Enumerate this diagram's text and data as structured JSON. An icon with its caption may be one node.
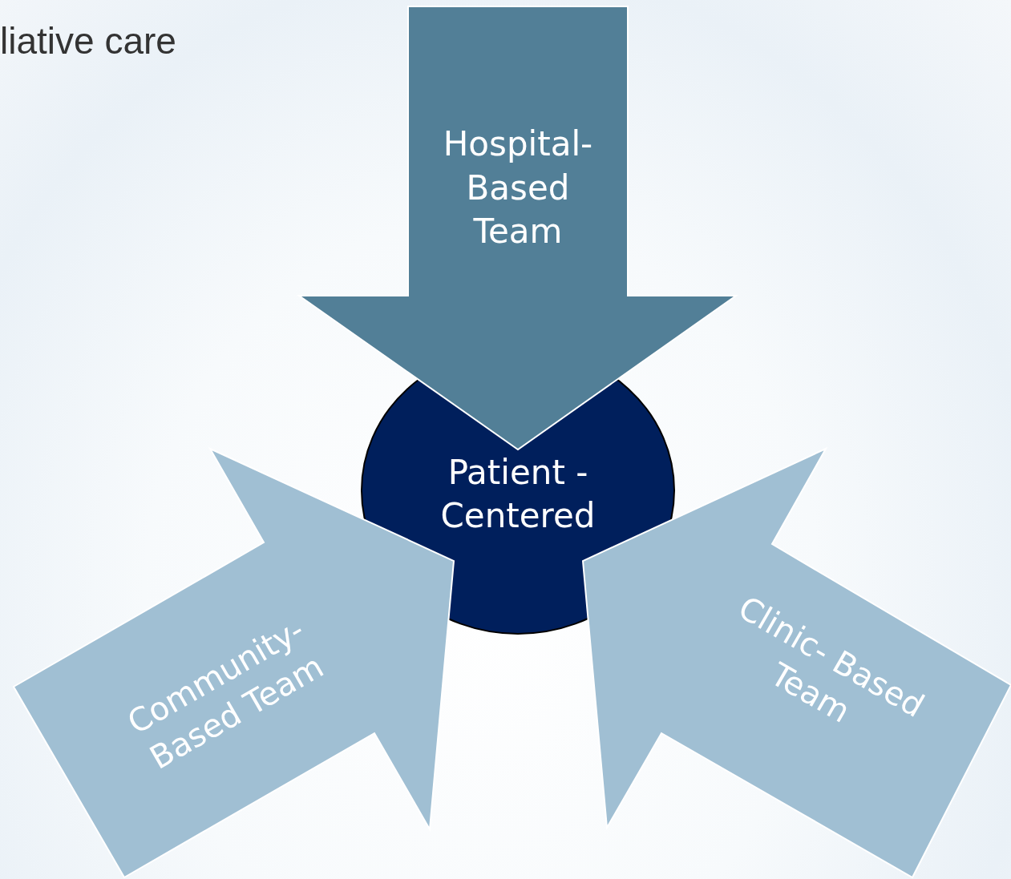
{
  "diagram": {
    "title": "liative care",
    "nodes": [
      {
        "text": [
          "Hospital-Based Team"
        ]
      },
      {
        "text": [
          "Patient - Centered"
        ]
      },
      {
        "text": [
          "Community-Based Team"
        ]
      },
      {
        "text": [
          "Clinic- Based Team"
        ]
      }
    ]
  }
}
